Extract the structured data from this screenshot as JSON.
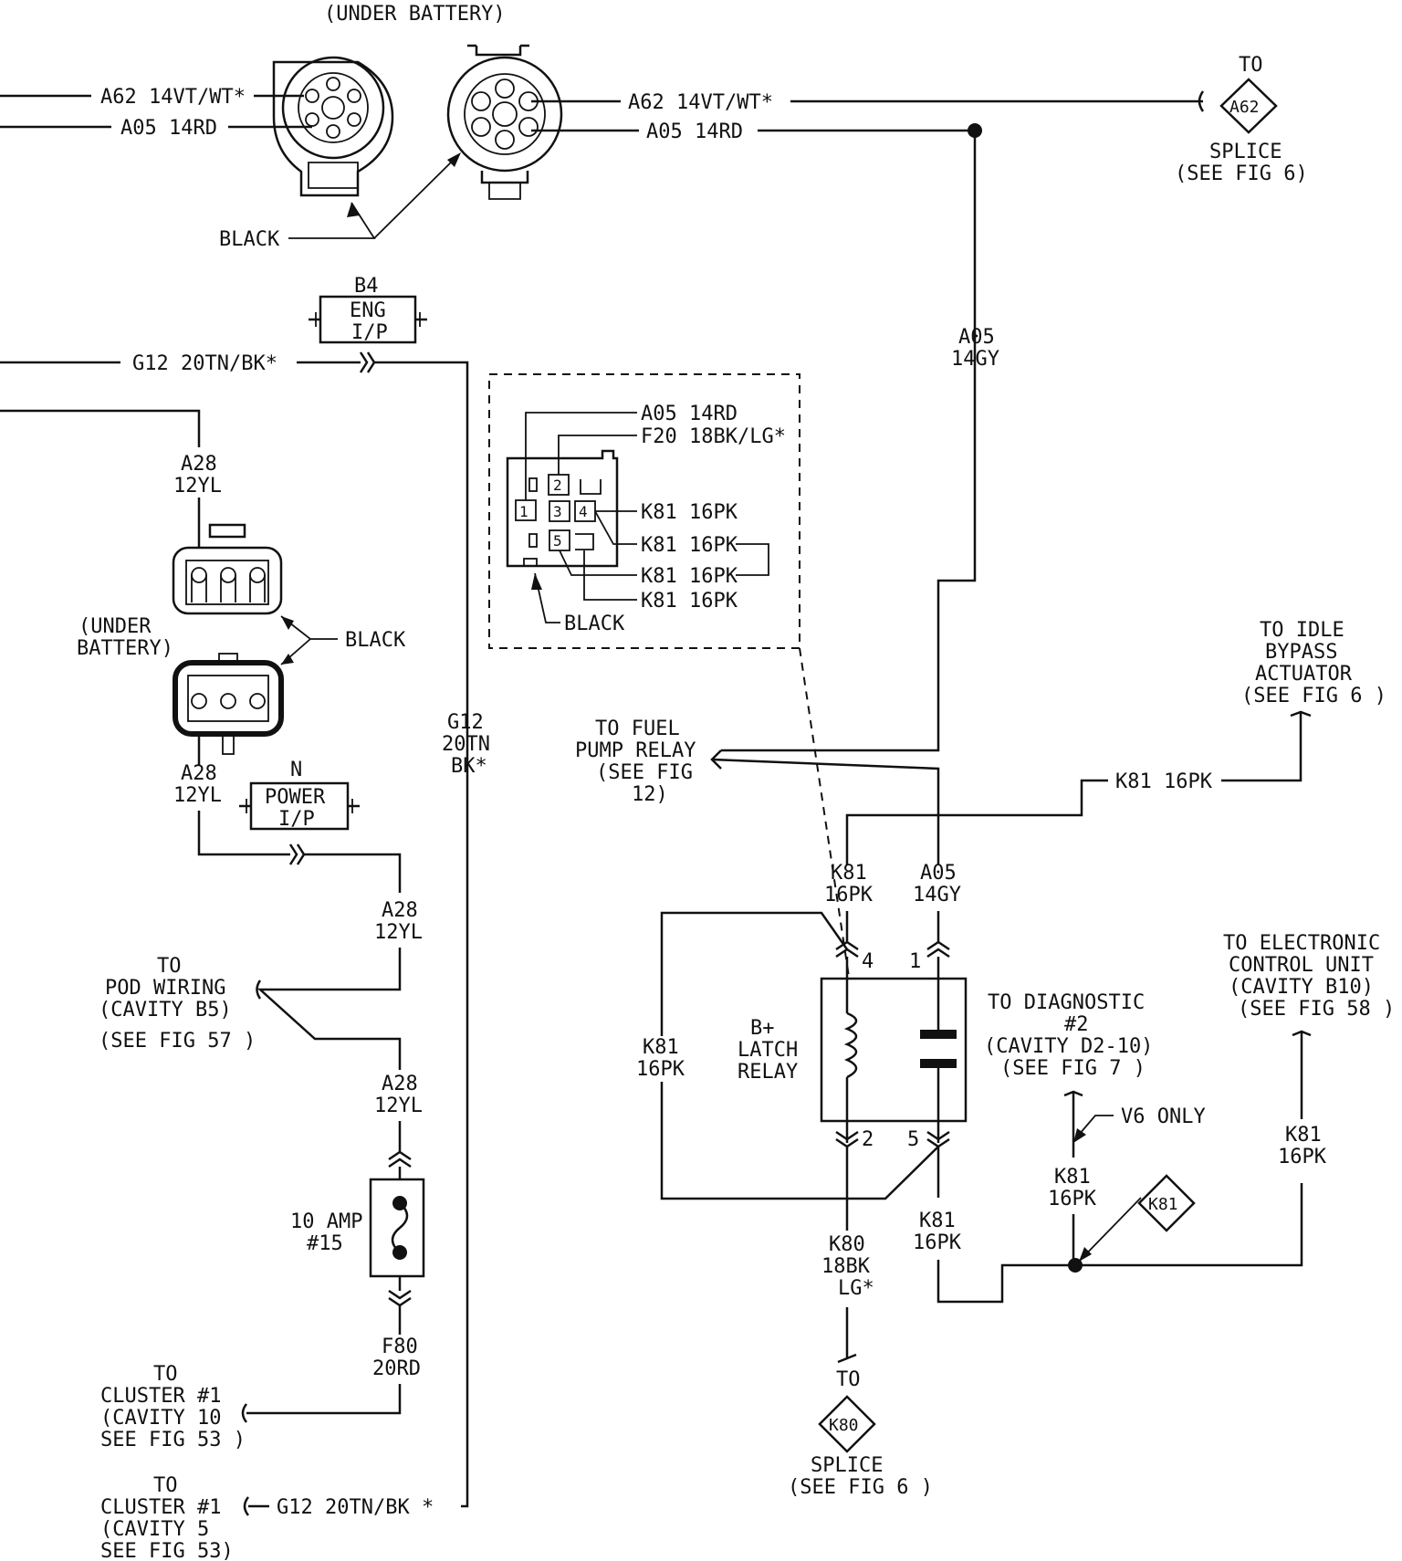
{
  "top_connector": {
    "location": "(UNDER BATTERY)",
    "left_wires": [
      "A62 14VT/WT*",
      "A05 14RD"
    ],
    "right_wires": [
      "A62 14VT/WT*",
      "A05 14RD"
    ],
    "color": "BLACK"
  },
  "a62_splice": {
    "to": "TO",
    "id": "A62",
    "label": "SPLICE",
    "ref": "(SEE FIG 6)"
  },
  "b4_connector": {
    "id": "B4",
    "l1": "ENG",
    "l2": "I/P"
  },
  "g12_wire": {
    "label": "G12 20TN/BK*",
    "v1": "G12",
    "v2": "20TN",
    "v3": "BK*"
  },
  "a05_gy_upper": {
    "l1": "A05",
    "l2": "14GY"
  },
  "relay_connector_view": {
    "wires": [
      "A05 14RD",
      "F20 18BK/LG*",
      "K81 16PK",
      "K81 16PK",
      "K81 16PK",
      "K81 16PK"
    ],
    "cavities": [
      "1",
      "2",
      "3",
      "4",
      "5"
    ],
    "color": "BLACK"
  },
  "a28_upper": {
    "l1": "A28",
    "l2": "12YL"
  },
  "under_battery_2": {
    "l1": "(UNDER",
    "l2": "BATTERY)",
    "color": "BLACK"
  },
  "a28_lower": {
    "l1": "A28",
    "l2": "12YL"
  },
  "n_connector": {
    "id": "N",
    "l1": "POWER",
    "l2": "I/P"
  },
  "a28_right": {
    "l1": "A28",
    "l2": "12YL"
  },
  "pod_wiring": {
    "l1": "TO",
    "l2": "POD WIRING",
    "l3": "(CAVITY B5)",
    "l4": "(SEE FIG 57 )"
  },
  "a28_fuse": {
    "l1": "A28",
    "l2": "12YL"
  },
  "fuse": {
    "l1": "10 AMP",
    "l2": "#15"
  },
  "f80": {
    "l1": "F80",
    "l2": "20RD"
  },
  "cluster1": {
    "l1": "TO",
    "l2": "CLUSTER #1",
    "l3": "(CAVITY 10",
    "l4": "SEE FIG 53 )"
  },
  "cluster2": {
    "l1": "TO",
    "l2": "CLUSTER #1",
    "l3": "(CAVITY 5",
    "l4": "SEE FIG 53)",
    "wire": "G12 20TN/BK *"
  },
  "fuel_pump": {
    "l1": "TO FUEL",
    "l2": "PUMP RELAY",
    "l3": "(SEE FIG",
    "l4": "12)"
  },
  "idle_bypass": {
    "l1": "TO IDLE",
    "l2": "BYPASS",
    "l3": "ACTUATOR",
    "l4": "(SEE FIG 6 )",
    "wire": "K81 16PK"
  },
  "relay": {
    "l1": "B+",
    "l2": "LATCH",
    "l3": "RELAY",
    "k81_top": [
      "K81",
      "16PK"
    ],
    "a05_top": [
      "A05",
      "14GY"
    ],
    "k81_left": [
      "K81",
      "16PK"
    ],
    "pins": [
      "4",
      "1",
      "2",
      "5"
    ],
    "k80": [
      "K80",
      "18BK",
      "LG*"
    ],
    "k81_bottom": [
      "K81",
      "16PK"
    ]
  },
  "diagnostic": {
    "l1": "TO DIAGNOSTIC",
    "l2": "#2",
    "l3": "(CAVITY D2-10)",
    "l4": "(SEE FIG 7 )",
    "note": "V6 ONLY",
    "wire": [
      "K81",
      "16PK"
    ]
  },
  "ecu": {
    "l1": "TO ELECTRONIC",
    "l2": "CONTROL UNIT",
    "l3": "(CAVITY B10)",
    "l4": "(SEE FIG 58 )",
    "wire": [
      "K81",
      "16PK"
    ]
  },
  "k81_splice": {
    "id": "K81"
  },
  "k80_splice": {
    "to": "TO",
    "id": "K80",
    "label": "SPLICE",
    "ref": "(SEE FIG 6 )"
  }
}
